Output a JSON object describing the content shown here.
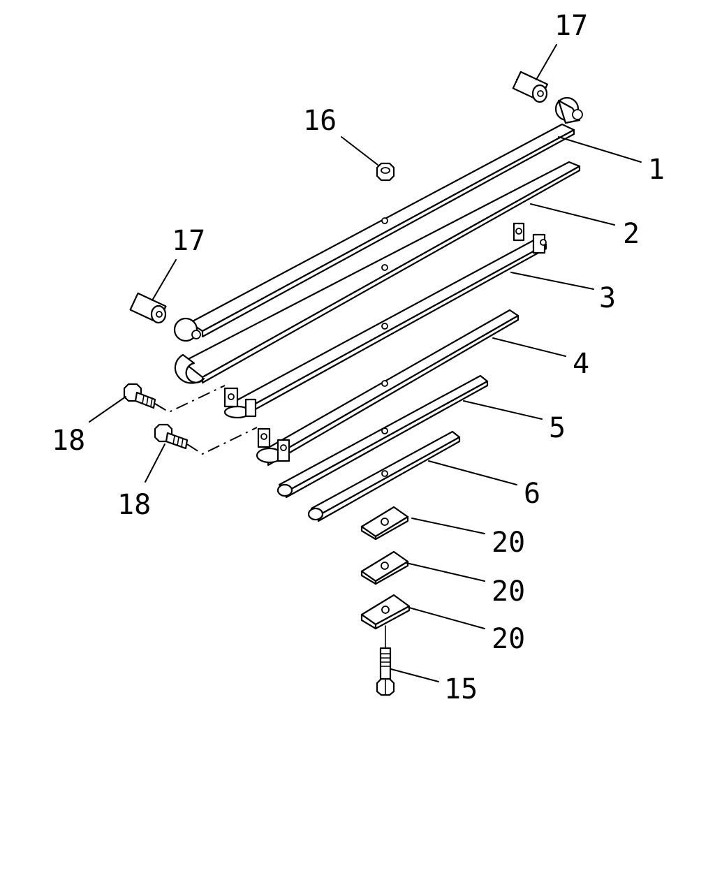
{
  "colors": {
    "background": "#ffffff",
    "line": "#000000"
  },
  "callouts": {
    "c1": "1",
    "c2": "2",
    "c3": "3",
    "c4": "4",
    "c5": "5",
    "c6": "6",
    "c15": "15",
    "c16": "16",
    "c17_top": "17",
    "c17_left": "17",
    "c18_left": "18",
    "c18_bottom": "18",
    "c20_a": "20",
    "c20_b": "20",
    "c20_c": "20"
  }
}
